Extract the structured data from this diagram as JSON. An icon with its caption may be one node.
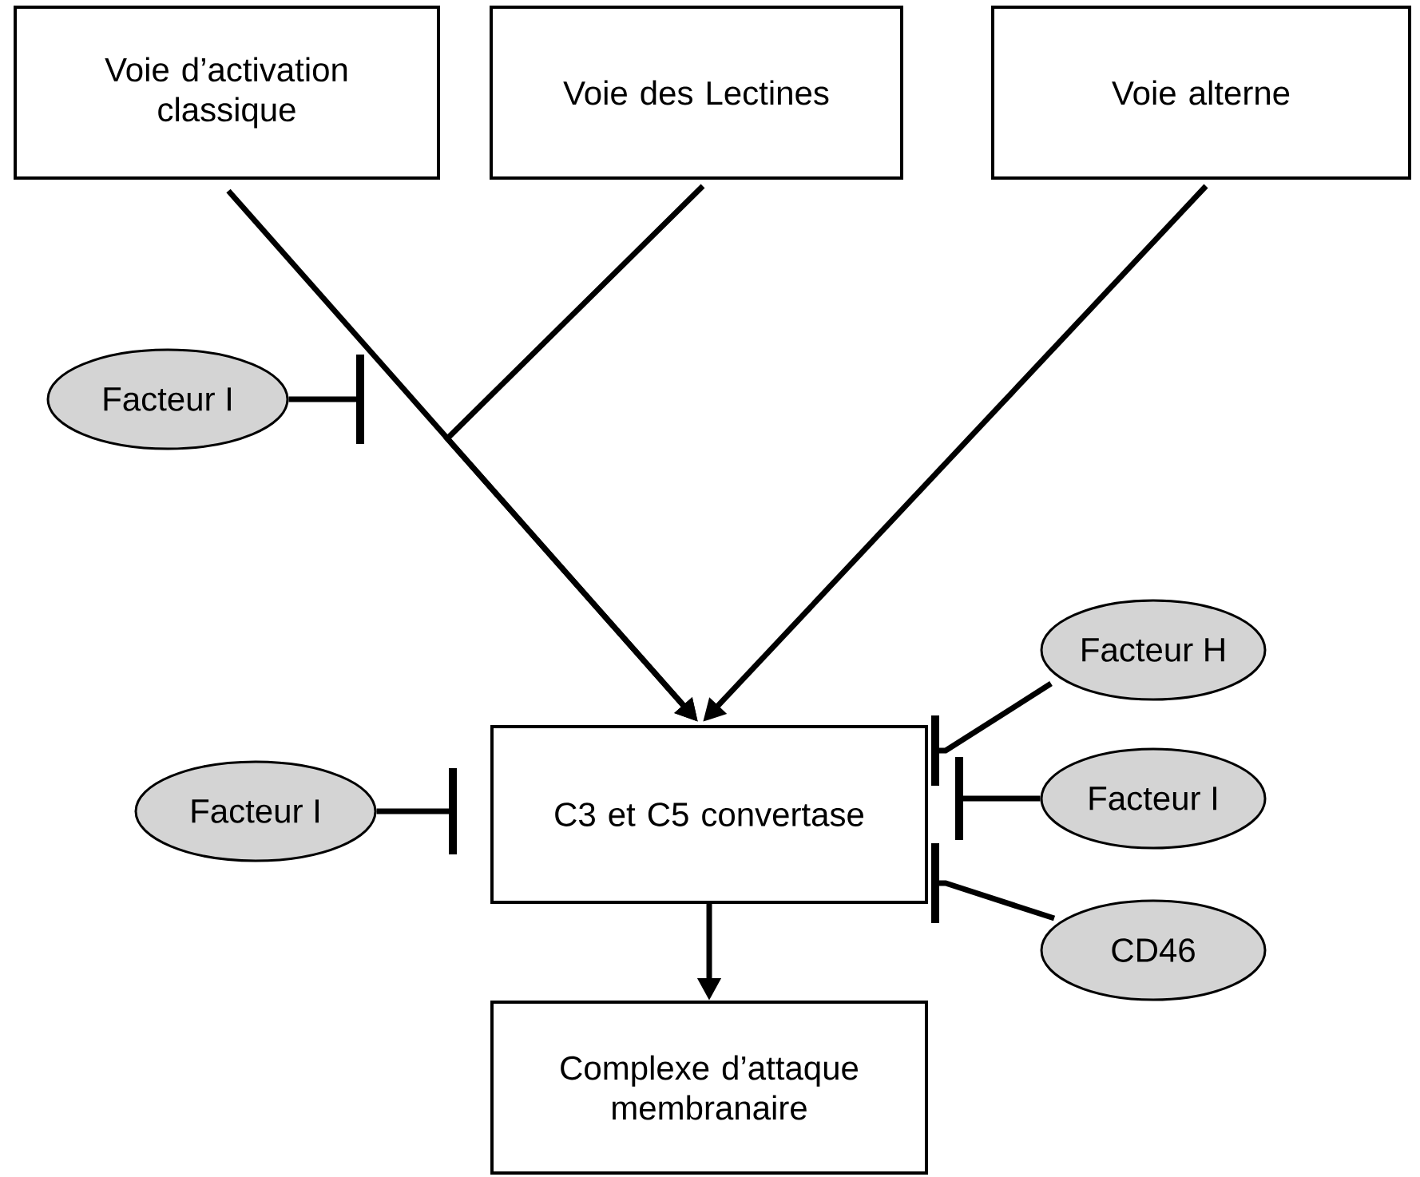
{
  "diagram": {
    "nodes": [
      {
        "text": [
          "Voie d’activation classique"
        ]
      },
      {
        "text": [
          "Voie des Lectines"
        ]
      },
      {
        "text": [
          "Voie alterne"
        ]
      },
      {
        "text": [
          "Facteur I"
        ]
      },
      {
        "text": [
          "C3 et C5 convertase"
        ]
      },
      {
        "text": [
          "Facteur I"
        ]
      },
      {
        "text": [
          "Facteur H"
        ]
      },
      {
        "text": [
          "Facteur I"
        ]
      },
      {
        "text": [
          "CD46"
        ]
      },
      {
        "text": [
          "Complexe d’attaque membranaire"
        ]
      }
    ],
    "edges": [
      {
        "from": 0,
        "to": 4,
        "arrow": "to"
      },
      {
        "from": 1,
        "to": 4,
        "arrow": "to"
      },
      {
        "from": 2,
        "to": 4,
        "arrow": "to"
      },
      {
        "from": 3,
        "to": null,
        "arrow": "other"
      },
      {
        "from": 5,
        "to": 4,
        "arrow": "other"
      },
      {
        "from": 6,
        "to": 4,
        "arrow": "other"
      },
      {
        "from": 7,
        "to": 4,
        "arrow": "other"
      },
      {
        "from": 8,
        "to": 4,
        "arrow": "other"
      },
      {
        "from": 4,
        "to": 9,
        "arrow": "to"
      }
    ]
  }
}
